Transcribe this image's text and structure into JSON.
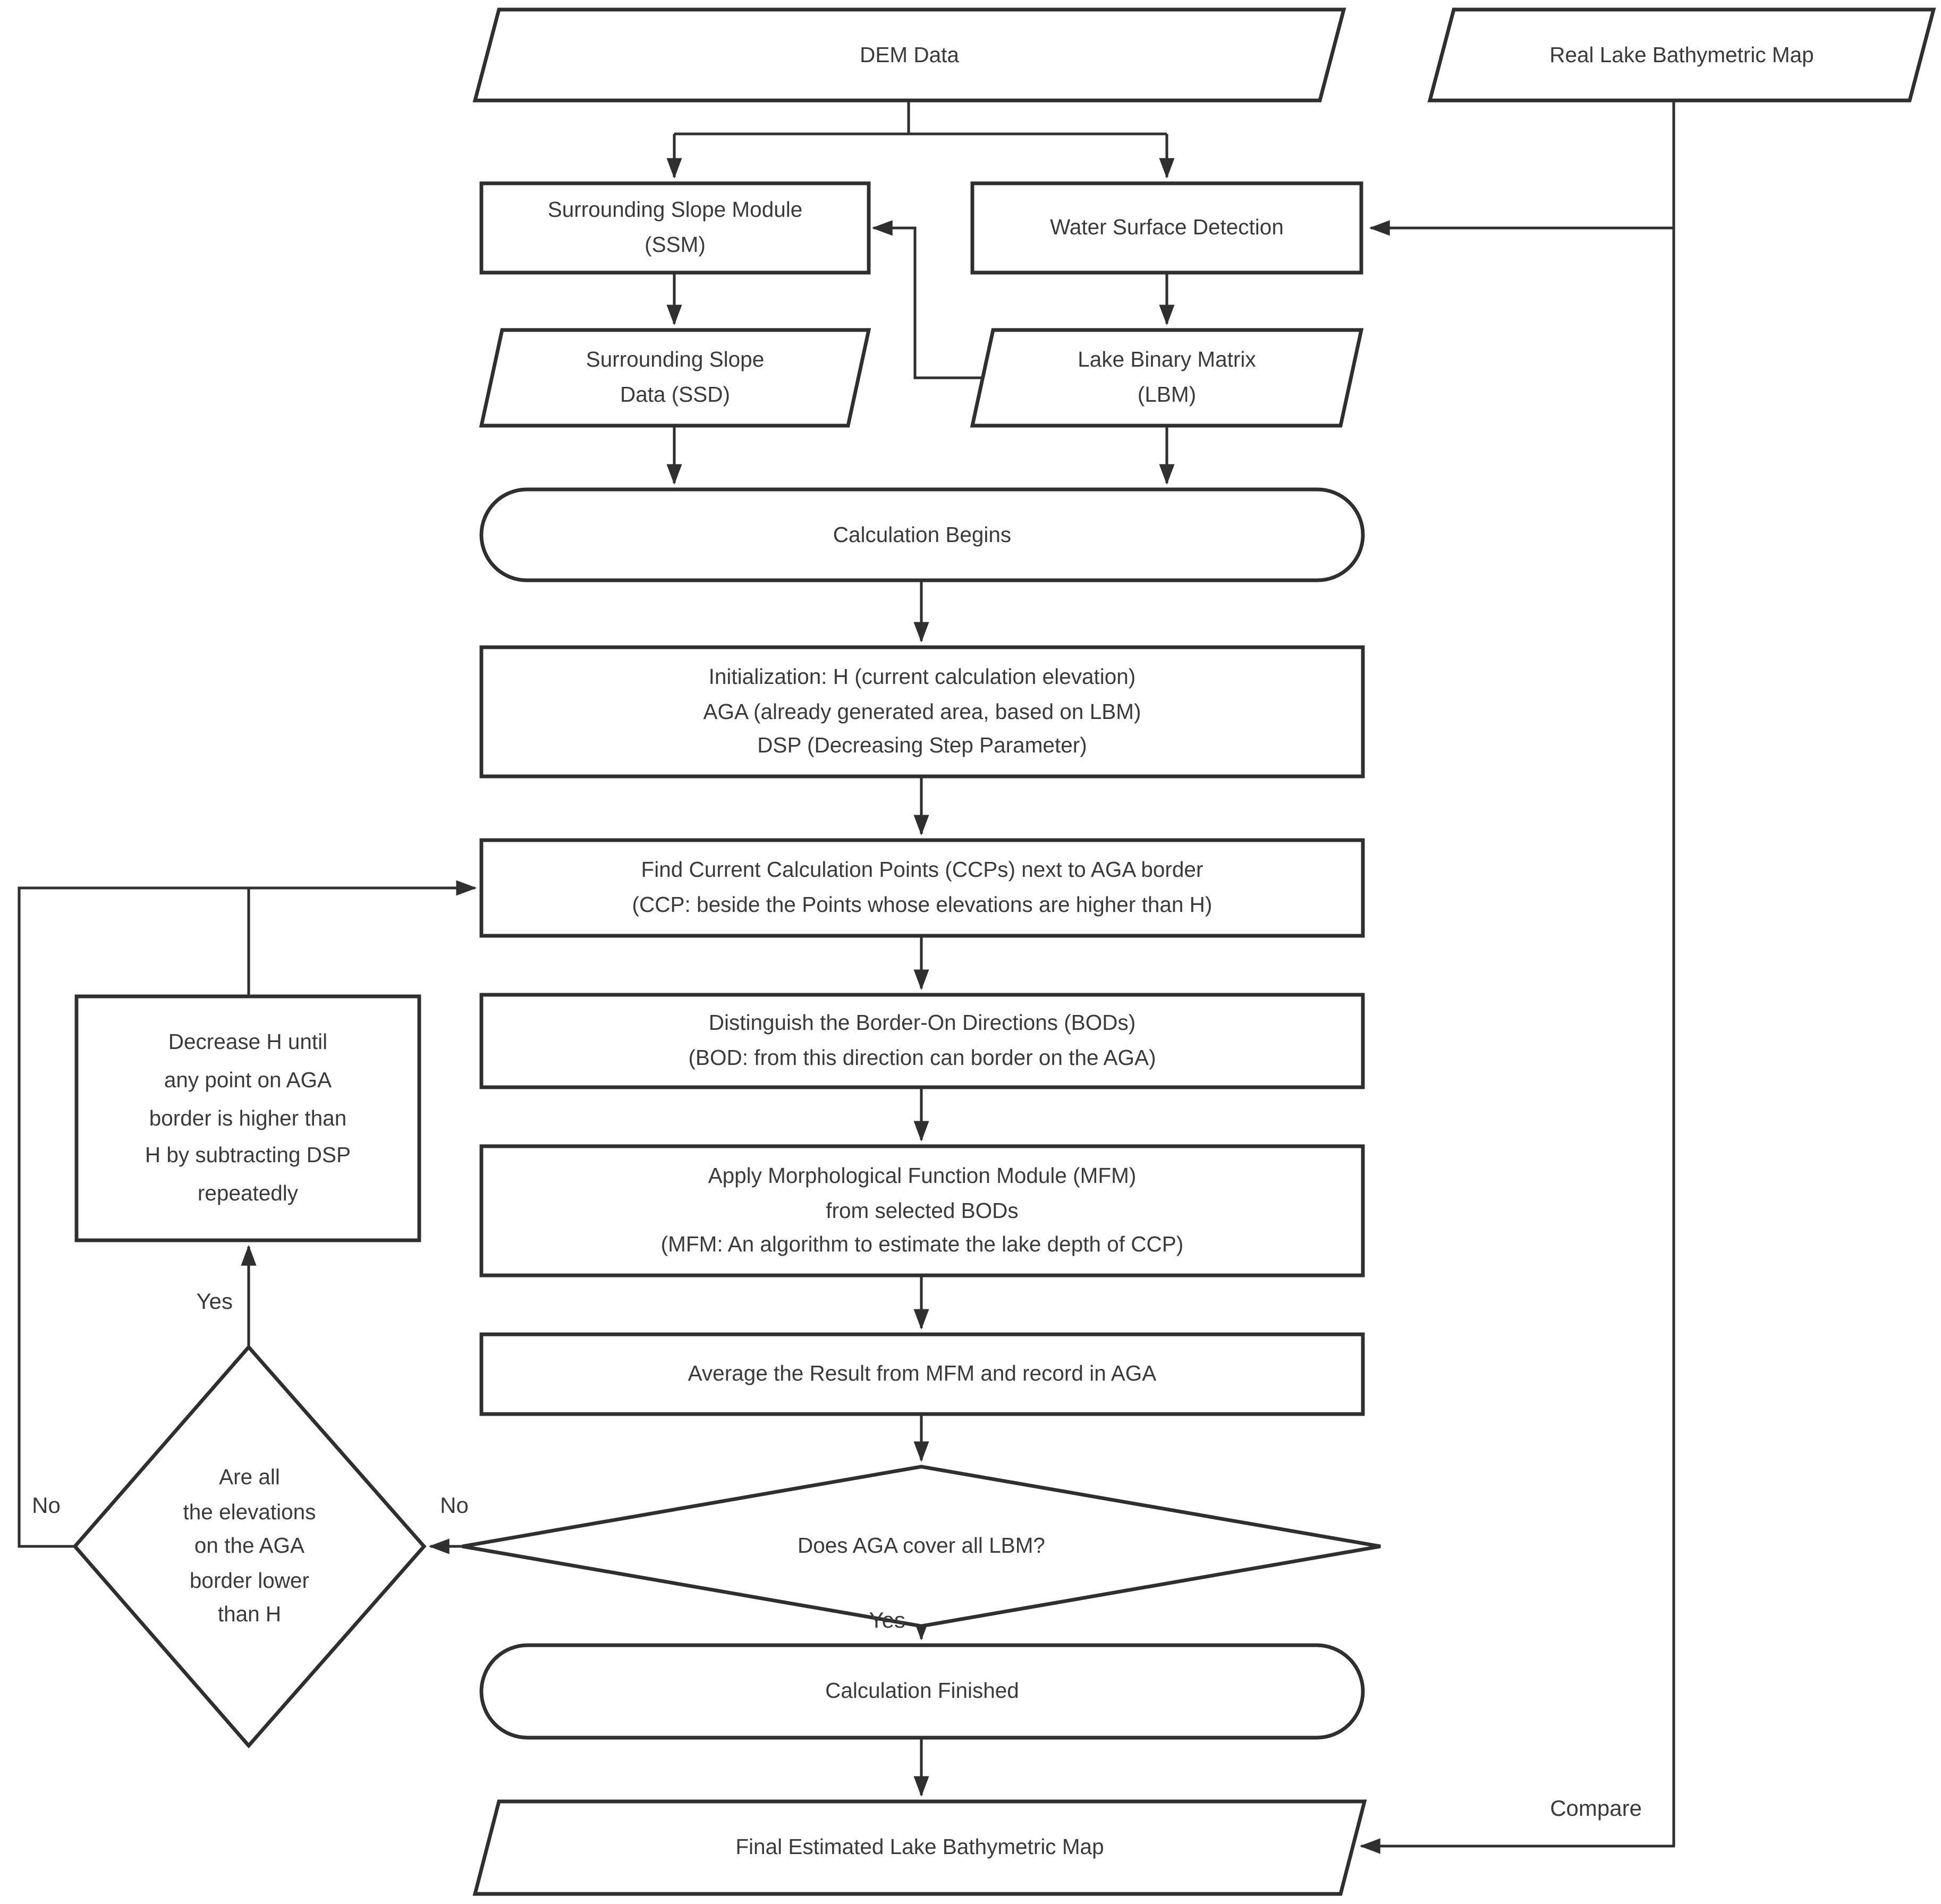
{
  "diagram": {
    "type": "flowchart",
    "background_color": "#ffffff",
    "line_color": "#2f2f2f",
    "text_color": "#3a3a3a",
    "nodes": {
      "dem": {
        "label": "DEM Data",
        "shape": "parallelogram"
      },
      "real_map": {
        "label": "Real Lake Bathymetric Map",
        "shape": "parallelogram"
      },
      "ssm": {
        "label": "Surrounding Slope Module\n(SSM)",
        "shape": "rectangle"
      },
      "wsd": {
        "label": "Water Surface Detection",
        "shape": "rectangle"
      },
      "ssd": {
        "label": "Surrounding Slope\nData (SSD)",
        "shape": "parallelogram"
      },
      "lbm": {
        "label": "Lake Binary Matrix\n(LBM)",
        "shape": "parallelogram"
      },
      "calc_begins": {
        "label": "Calculation Begins",
        "shape": "stadium"
      },
      "init": {
        "label": "Initialization: H (current calculation elevation)\nAGA (already generated area, based on LBM)\nDSP (Decreasing Step Parameter)",
        "shape": "rectangle"
      },
      "find_ccp": {
        "label": "Find Current Calculation Points (CCPs) next to AGA border\n(CCP: beside the Points whose elevations are higher than H)",
        "shape": "rectangle"
      },
      "bod": {
        "label": "Distinguish the Border-On Directions (BODs)\n(BOD: from this direction can border on the AGA)",
        "shape": "rectangle"
      },
      "mfm": {
        "label": "Apply Morphological Function Module (MFM)\nfrom selected BODs\n(MFM: An algorithm to estimate the lake depth of CCP)",
        "shape": "rectangle"
      },
      "average": {
        "label": "Average the Result from MFM and record in AGA",
        "shape": "rectangle"
      },
      "cover_decision": {
        "label": "Does AGA cover all LBM?",
        "shape": "diamond"
      },
      "calc_finished": {
        "label": "Calculation Finished",
        "shape": "stadium"
      },
      "final_map": {
        "label": "Final Estimated Lake Bathymetric Map",
        "shape": "parallelogram"
      },
      "decrease_h": {
        "label": "Decrease H until\nany point on AGA\nborder is higher than\nH by subtracting DSP\nrepeatedly",
        "shape": "rectangle"
      },
      "border_decision": {
        "label": "Are all\nthe elevations\non the AGA\nborder lower\nthan H",
        "shape": "diamond"
      }
    },
    "edge_labels": {
      "cover_no": "No",
      "cover_yes": "Yes",
      "border_no": "No",
      "border_yes": "Yes",
      "compare": "Compare"
    }
  }
}
